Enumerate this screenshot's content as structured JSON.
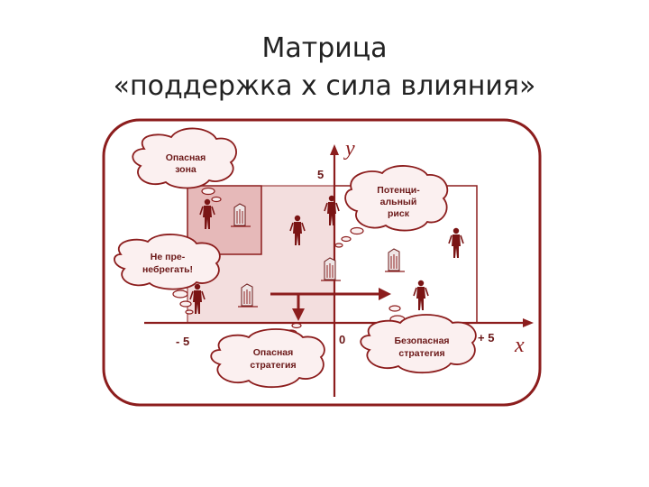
{
  "title": {
    "line1": "Матрица",
    "line2": "«поддержка х сила влияния»"
  },
  "axes": {
    "y_name": "y",
    "x_name": "x",
    "y_max_label": "5",
    "x_min_label": "- 5",
    "origin_label": "0",
    "x_max_label": "+ 5"
  },
  "clouds": {
    "dangerous_zone": [
      "Опасная",
      "зона"
    ],
    "potential_risk": [
      "Потенци-",
      "альный",
      "риск"
    ],
    "do_not_neglect": [
      "Не пре-",
      "небрегать!"
    ],
    "dangerous_strategy": [
      "Опасная",
      "стратегия"
    ],
    "safe_strategy": [
      "Безопасная",
      "стратегия"
    ]
  },
  "colors": {
    "frame": "#8c1d1d",
    "quadrant_fill": "#f3dede",
    "inner_square_fill": "#e6b9b9",
    "cloud_fill": "#fbf0f0",
    "figure": "#7a1414"
  },
  "icons": [
    "person-figure-icon",
    "building-icon"
  ]
}
